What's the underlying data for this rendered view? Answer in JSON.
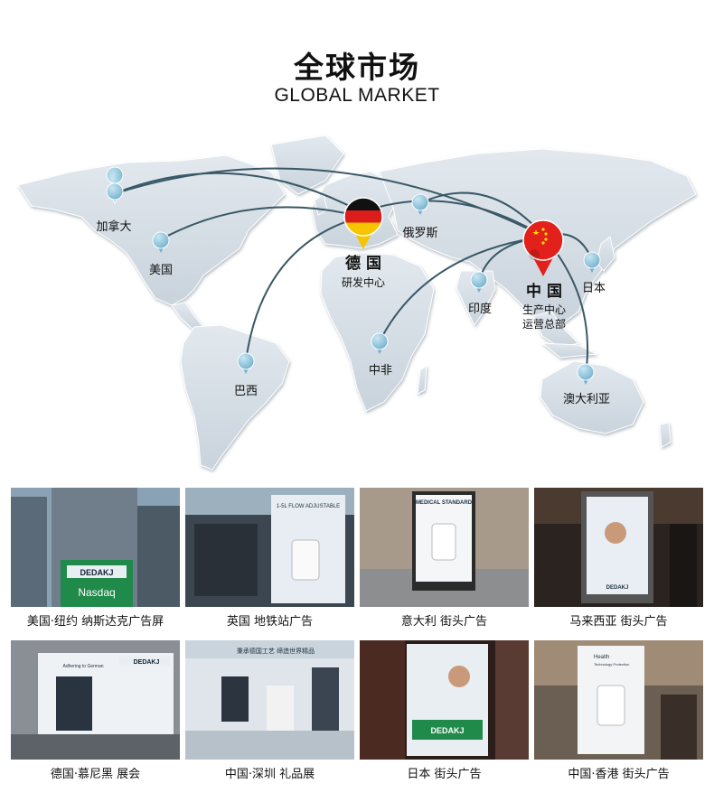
{
  "header": {
    "title_zh": "全球市场",
    "title_en": "GLOBAL MARKET"
  },
  "map": {
    "germany": {
      "name": "德 国",
      "role": "研发中心"
    },
    "china": {
      "name": "中 国",
      "role_line1": "生产中心",
      "role_line2": "运营总部"
    },
    "locations": {
      "canada": "加拿大",
      "usa": "美国",
      "russia": "俄罗斯",
      "japan": "日本",
      "india": "印度",
      "south_africa": "中非",
      "brazil": "巴西",
      "australia": "澳大利亚"
    },
    "colors": {
      "land": "#d3dbe3",
      "route": "#3a5866",
      "pin": "#8fc6dc"
    }
  },
  "gallery": [
    {
      "caption": "美国·纽约 纳斯达克广告屏",
      "sign": "DEDAKJ",
      "sign2": "Nasdaq"
    },
    {
      "caption": "英国 地铁站广告",
      "sign": "1-5L FLOW ADJUSTABLE"
    },
    {
      "caption": "意大利 街头广告",
      "sign": "MEDICAL STANDARD"
    },
    {
      "caption": "马来西亚 街头广告",
      "sign": "DEDAKJ"
    },
    {
      "caption": "德国·慕尼黑 展会",
      "sign": "DEDAKJ",
      "sign2": "Adhering to German"
    },
    {
      "caption": "中国·深圳 礼品展",
      "sign": "秉承德国工艺 缔造世界精品"
    },
    {
      "caption": "日本 街头广告",
      "sign": "DEDAKJ"
    },
    {
      "caption": "中国·香港 街头广告",
      "sign": "Health",
      "sign2": "Technology Protection"
    }
  ]
}
